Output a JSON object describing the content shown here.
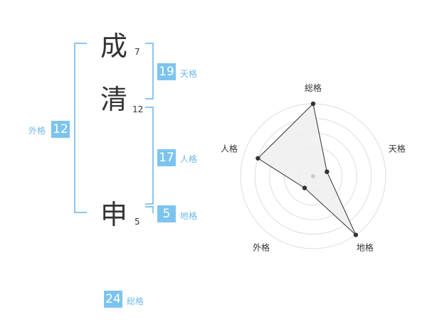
{
  "name": {
    "chars": [
      {
        "char": "成",
        "strokes": "7"
      },
      {
        "char": "清",
        "strokes": "12"
      },
      {
        "char": "申",
        "strokes": "5"
      }
    ]
  },
  "fortunes": {
    "tenkaku": {
      "label": "天格",
      "value": "19"
    },
    "jinkaku": {
      "label": "人格",
      "value": "17"
    },
    "chikaku": {
      "label": "地格",
      "value": "5"
    },
    "gaikaku": {
      "label": "外格",
      "value": "12"
    },
    "soukaku": {
      "label": "総格",
      "value": "24"
    }
  },
  "chart_data": {
    "type": "radar",
    "axes": [
      "総格",
      "天格",
      "地格",
      "外格",
      "人格"
    ],
    "values": [
      5,
      1,
      5,
      1,
      4
    ],
    "max": 5,
    "rings": 5,
    "grid": true,
    "colors": {
      "fill": "#eeeeee",
      "line": "#333333",
      "grid": "#dddddd",
      "center": "#cccccc"
    }
  }
}
